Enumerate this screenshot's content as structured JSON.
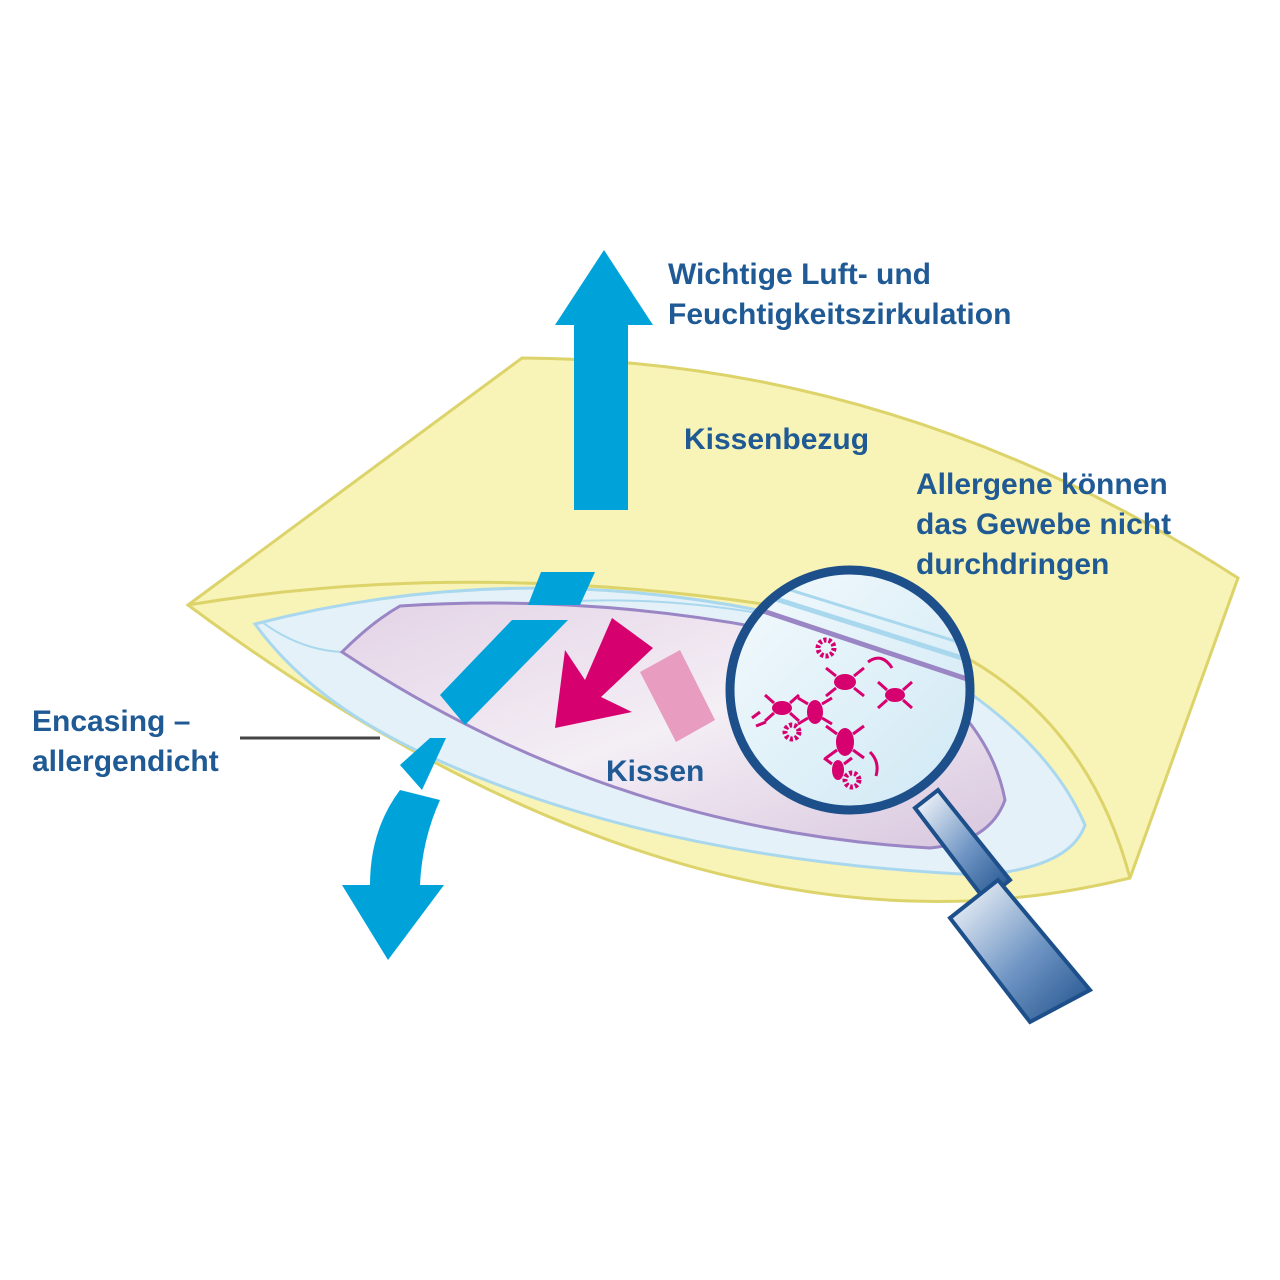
{
  "labels": {
    "circulation": {
      "line1": "Wichtige Luft- und",
      "line2": "Feuchtigkeitszirkulation"
    },
    "cover": "Kissenbezug",
    "allergens": {
      "line1": "Allergene können",
      "line2": "das Gewebe nicht",
      "line3": "durchdringen"
    },
    "encasing": {
      "line1": "Encasing –",
      "line2": "allergendicht"
    },
    "pillow": "Kissen"
  },
  "colors": {
    "cover_fill": "#f8f3b6",
    "cover_stroke": "#ddd36b",
    "encasing_fill": "#e4f1f8",
    "encasing_stroke": "#a9d8ee",
    "pillow_fill": "#e9dcea",
    "pillow_stroke": "#9a86c4",
    "air_arrow": "#00a3d9",
    "allergen_arrow": "#d7006f",
    "allergen_arrow_light": "#e89cc0",
    "magnifier_rim": "#1d4f8a",
    "mites": "#d7006f",
    "label_text": "#1f5a95"
  },
  "icons": {
    "air_arrow_up": "arrow-up-icon",
    "air_arrow_down": "arrow-down-icon",
    "allergen_arrow": "arrow-diagonal-icon",
    "magnifier": "magnifying-glass-icon",
    "mites": "dust-mite-icon",
    "pollen": "pollen-icon"
  }
}
